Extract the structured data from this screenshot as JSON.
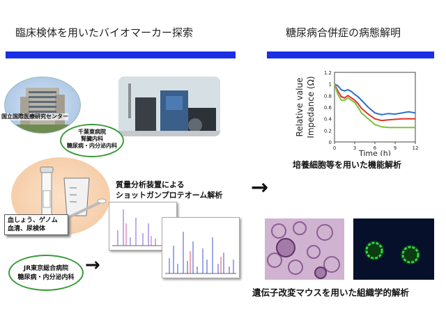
{
  "left_title": "臨床検体を用いたバイオマーカー探索",
  "right_title": "糖尿病合併症の病態解明",
  "building_caption": "国立国際医療研究センター",
  "chiba": {
    "line1": "千葉東病院",
    "line2": "腎臓内科",
    "line3": "糖尿病・内分泌内科"
  },
  "sample_label": {
    "line1": "血しょう、ゲノム",
    "line2": "血清、尿検体"
  },
  "jr": {
    "line1": "JR東京総合病院",
    "line2": "糖尿病・内分泌内科"
  },
  "mass_spec": {
    "line1": "質量分析装置による",
    "line2": "ショットガンプロテオーム解析"
  },
  "arrow_mid": "→",
  "arrow_bottom": "→",
  "cell_caption": "培養細胞等を用いた機能解析",
  "mouse_caption": "遺伝子改変マウスを用いた組織学的解析",
  "impedance_chart": {
    "ylabel_line1": "Relative value",
    "ylabel_line2": "Impedance (Ω)",
    "xlabel": "Time (h)",
    "y_ticks": [
      "1.2",
      "1",
      "0.8",
      "0.6",
      "0.4",
      "0.2",
      "0"
    ],
    "x_ticks": [
      "0",
      "3",
      "6",
      "9",
      "12"
    ]
  },
  "chart_data": {
    "type": "line",
    "xlabel": "Time (h)",
    "ylabel": "Relative value Impedance (Ω)",
    "xlim": [
      0,
      12
    ],
    "ylim": [
      0,
      1.2
    ],
    "series": [
      {
        "color": "#2a6fd1",
        "x": [
          0,
          0.5,
          1,
          1.5,
          2,
          2.5,
          3,
          3.5,
          4,
          5,
          6,
          7,
          8,
          9,
          10,
          11,
          12
        ],
        "y": [
          1.0,
          0.97,
          0.9,
          0.88,
          0.9,
          0.87,
          0.82,
          0.78,
          0.72,
          0.6,
          0.5,
          0.47,
          0.49,
          0.48,
          0.5,
          0.52,
          0.5
        ]
      },
      {
        "color": "#e0302a",
        "x": [
          0,
          0.5,
          1,
          1.5,
          2,
          2.5,
          3,
          3.5,
          4,
          5,
          6,
          7,
          8,
          9,
          10,
          11,
          12
        ],
        "y": [
          1.0,
          0.88,
          0.78,
          0.76,
          0.8,
          0.76,
          0.72,
          0.66,
          0.58,
          0.48,
          0.4,
          0.37,
          0.38,
          0.39,
          0.4,
          0.4,
          0.4
        ]
      },
      {
        "color": "#7cc23a",
        "x": [
          0,
          0.5,
          1,
          1.5,
          2,
          2.5,
          3,
          3.5,
          4,
          5,
          6,
          7,
          8,
          9,
          10,
          11,
          12
        ],
        "y": [
          1.0,
          0.82,
          0.72,
          0.72,
          0.76,
          0.72,
          0.68,
          0.6,
          0.5,
          0.4,
          0.3,
          0.26,
          0.25,
          0.25,
          0.25,
          0.25,
          0.25
        ]
      }
    ]
  }
}
